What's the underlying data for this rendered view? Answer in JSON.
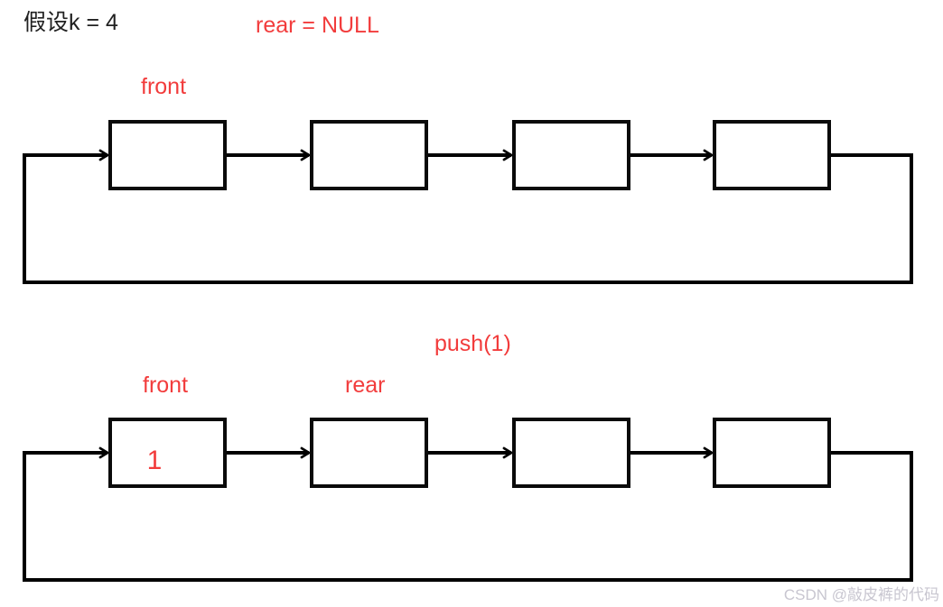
{
  "heading": {
    "assumption": "假设k = 4"
  },
  "initial_state": {
    "rear_status": "rear = NULL",
    "front_label": "front",
    "nodes": [
      "",
      "",
      "",
      ""
    ]
  },
  "after_push": {
    "operation": "push(1)",
    "front_label": "front",
    "rear_label": "rear",
    "nodes": [
      "1",
      "",
      "",
      ""
    ]
  },
  "watermark": {
    "text": "CSDN @敲皮裤的代码"
  },
  "colors": {
    "label_red": "#f23c3c",
    "text_black": "#212121",
    "line_black": "#000000",
    "watermark_gray": "#c8c6d0"
  },
  "structure": {
    "node_count_per_queue": 4,
    "queue_type": "circular-linked-queue"
  }
}
